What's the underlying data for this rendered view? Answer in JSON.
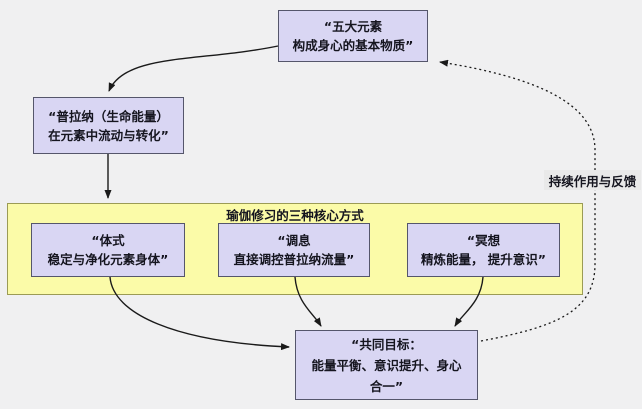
{
  "diagram": {
    "colors": {
      "background": "#f0f0f1",
      "node_fill": "#d9d6f3",
      "node_border": "#55566b",
      "container_fill": "#fbfba8",
      "container_border": "#9b9b55",
      "arrow": "#1a1a1a",
      "label_bg": "#e9e9e9"
    },
    "nodes": {
      "five_elements": {
        "lines": [
          "“五大元素",
          "构成身心的基本物质”"
        ]
      },
      "prana": {
        "lines": [
          "“普拉纳（生命能量）",
          "在元素中流动与转化”"
        ]
      },
      "asana": {
        "lines": [
          "“体式",
          "稳定与净化元素身体”"
        ]
      },
      "pranayama": {
        "lines": [
          "“调息",
          "直接调控普拉纳流量”"
        ]
      },
      "meditation": {
        "lines": [
          "“冥想",
          "精炼能量， 提升意识”"
        ]
      },
      "goal": {
        "lines": [
          "“共同目标：",
          "能量平衡、意识提升、身心",
          "合一”"
        ]
      }
    },
    "container_title": "瑜伽修习的三种核心方式",
    "feedback_label": "持续作用与反馈"
  }
}
